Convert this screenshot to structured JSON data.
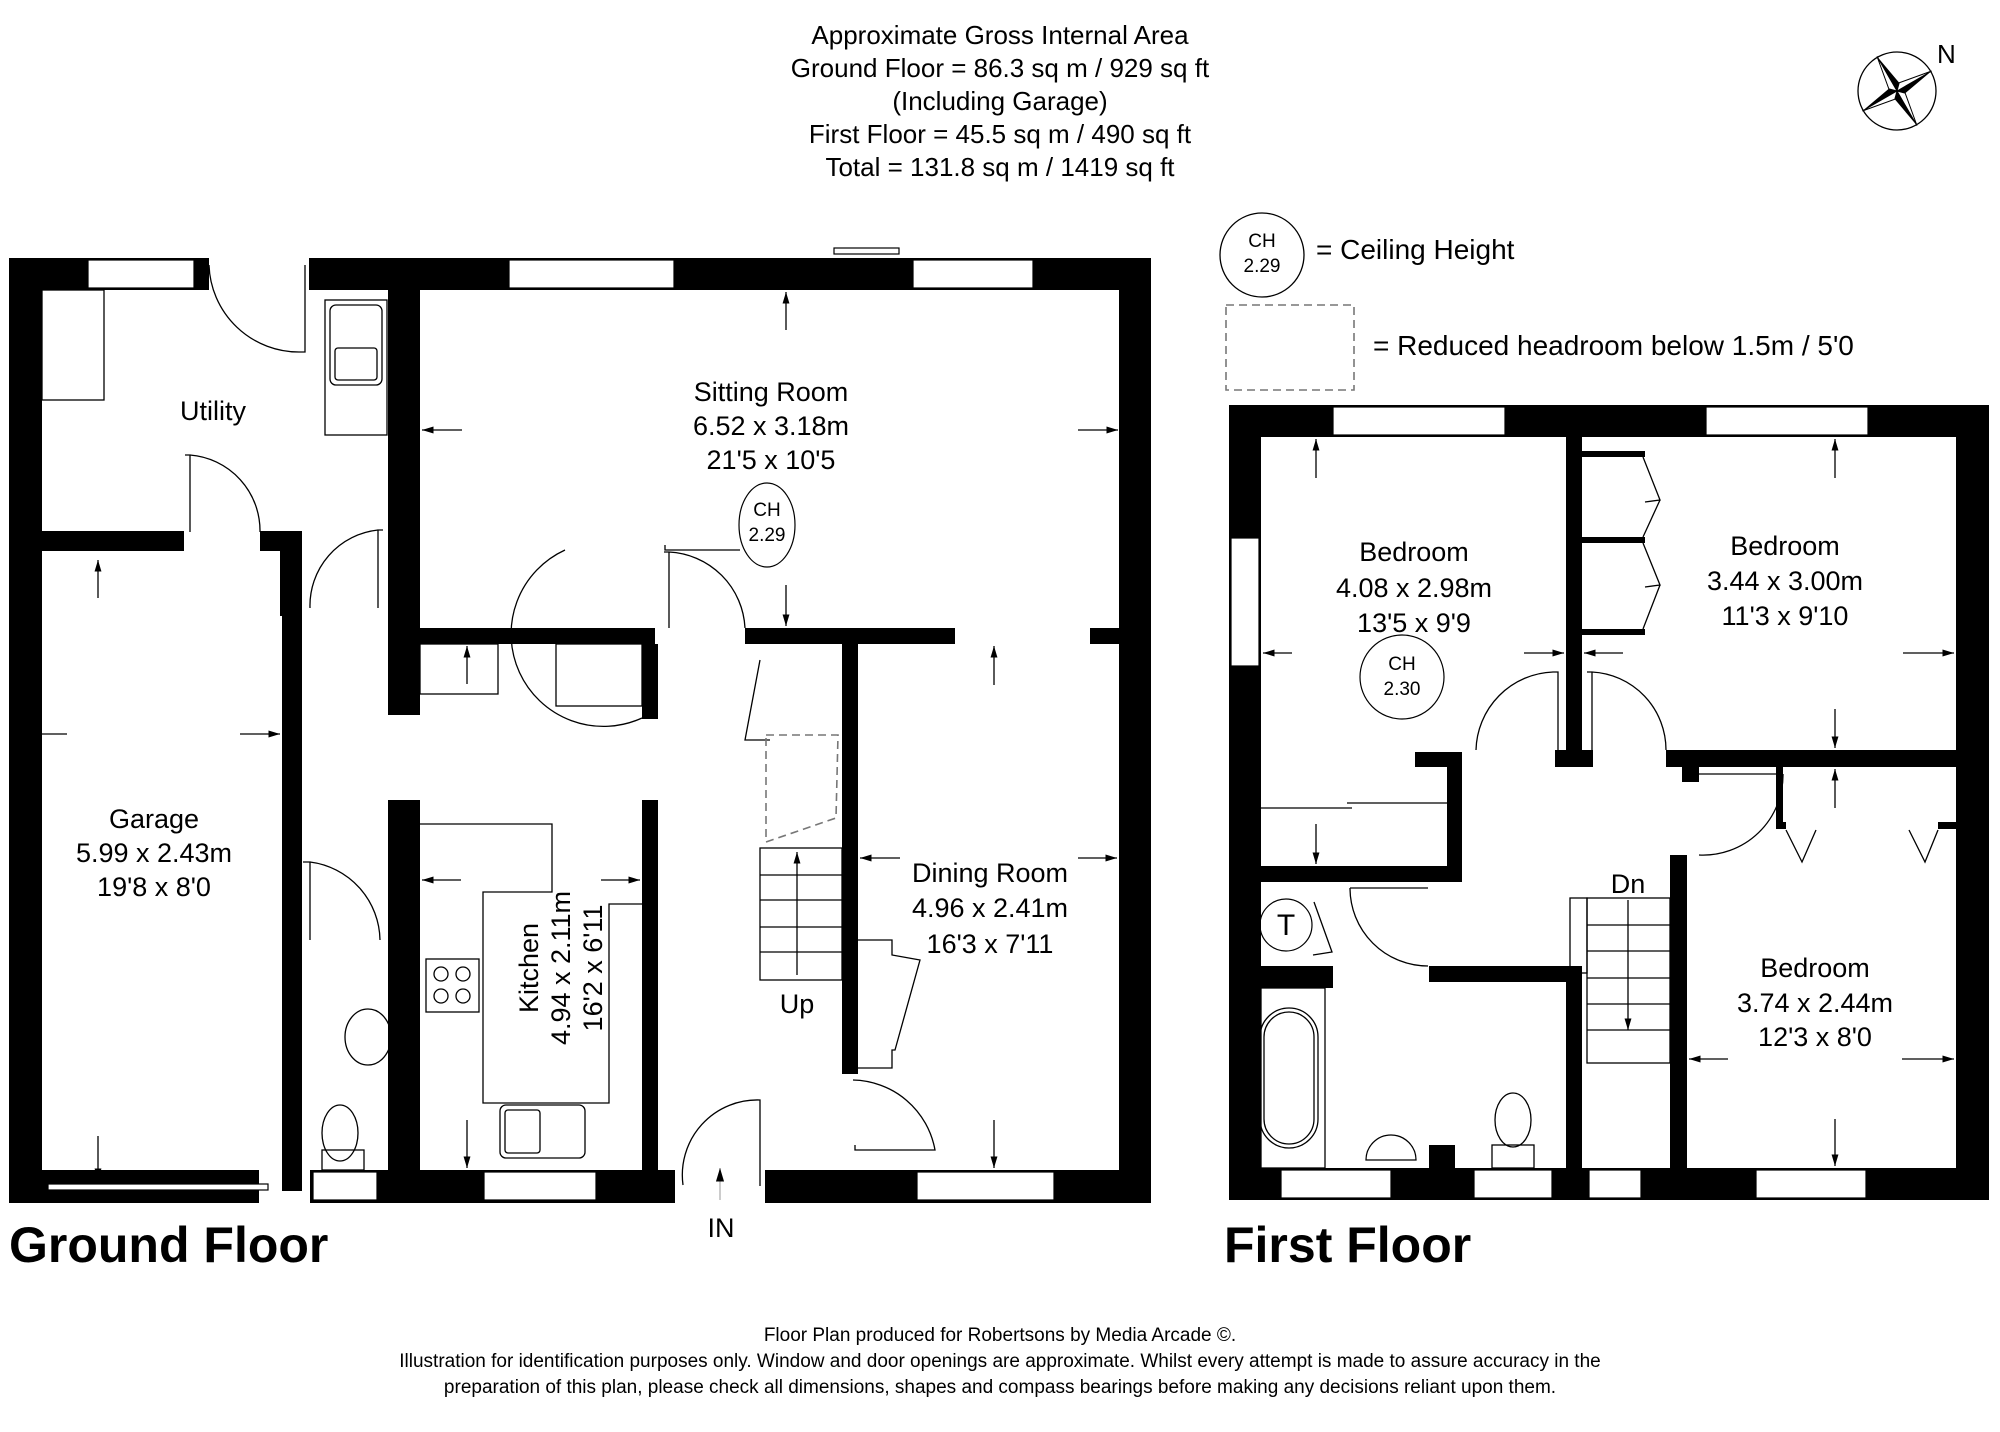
{
  "header": {
    "line1": "Approximate Gross Internal Area",
    "line2": "Ground Floor = 86.3 sq m / 929 sq ft",
    "line3": "(Including Garage)",
    "line4": "First Floor = 45.5 sq m / 490 sq ft",
    "line5": "Total = 131.8 sq m / 1419 sq ft"
  },
  "compass": {
    "label": "N",
    "icon": "compass-rose-icon"
  },
  "legend": {
    "ceiling_height": {
      "symbol_top": "CH",
      "symbol_value": "2.29",
      "label": "= Ceiling Height"
    },
    "reduced_headroom": {
      "label": "= Reduced headroom below 1.5m / 5'0"
    }
  },
  "ground_floor": {
    "title": "Ground Floor",
    "rooms": {
      "utility": {
        "name": "Utility"
      },
      "garage": {
        "name": "Garage",
        "metric": "5.99 x 2.43m",
        "imperial": "19'8 x 8'0"
      },
      "sitting_room": {
        "name": "Sitting Room",
        "metric": "6.52 x 3.18m",
        "imperial": "21'5 x 10'5",
        "ch_label": "CH",
        "ch_value": "2.29"
      },
      "kitchen": {
        "name": "Kitchen",
        "metric": "4.94 x 2.11m",
        "imperial": "16'2 x 6'11"
      },
      "dining_room": {
        "name": "Dining Room",
        "metric": "4.96 x 2.41m",
        "imperial": "16'3 x 7'11"
      }
    },
    "stairs_label": "Up",
    "entrance_label": "IN"
  },
  "first_floor": {
    "title": "First Floor",
    "rooms": {
      "bedroom1": {
        "name": "Bedroom",
        "metric": "4.08 x 2.98m",
        "imperial": "13'5 x 9'9",
        "ch_label": "CH",
        "ch_value": "2.30"
      },
      "bedroom2": {
        "name": "Bedroom",
        "metric": "3.44 x 3.00m",
        "imperial": "11'3 x 9'10"
      },
      "bedroom3": {
        "name": "Bedroom",
        "metric": "3.74 x 2.44m",
        "imperial": "12'3 x 8'0"
      }
    },
    "stairs_label": "Dn",
    "tank_label": "T"
  },
  "footer": {
    "line1": "Floor Plan produced for Robertsons by Media Arcade ©.",
    "line2": "Illustration for identification purposes only. Window and door openings are approximate. Whilst every attempt is made to assure accuracy in the",
    "line3": "preparation of this plan, please check all dimensions, shapes and compass bearings before making any decisions reliant upon them."
  }
}
